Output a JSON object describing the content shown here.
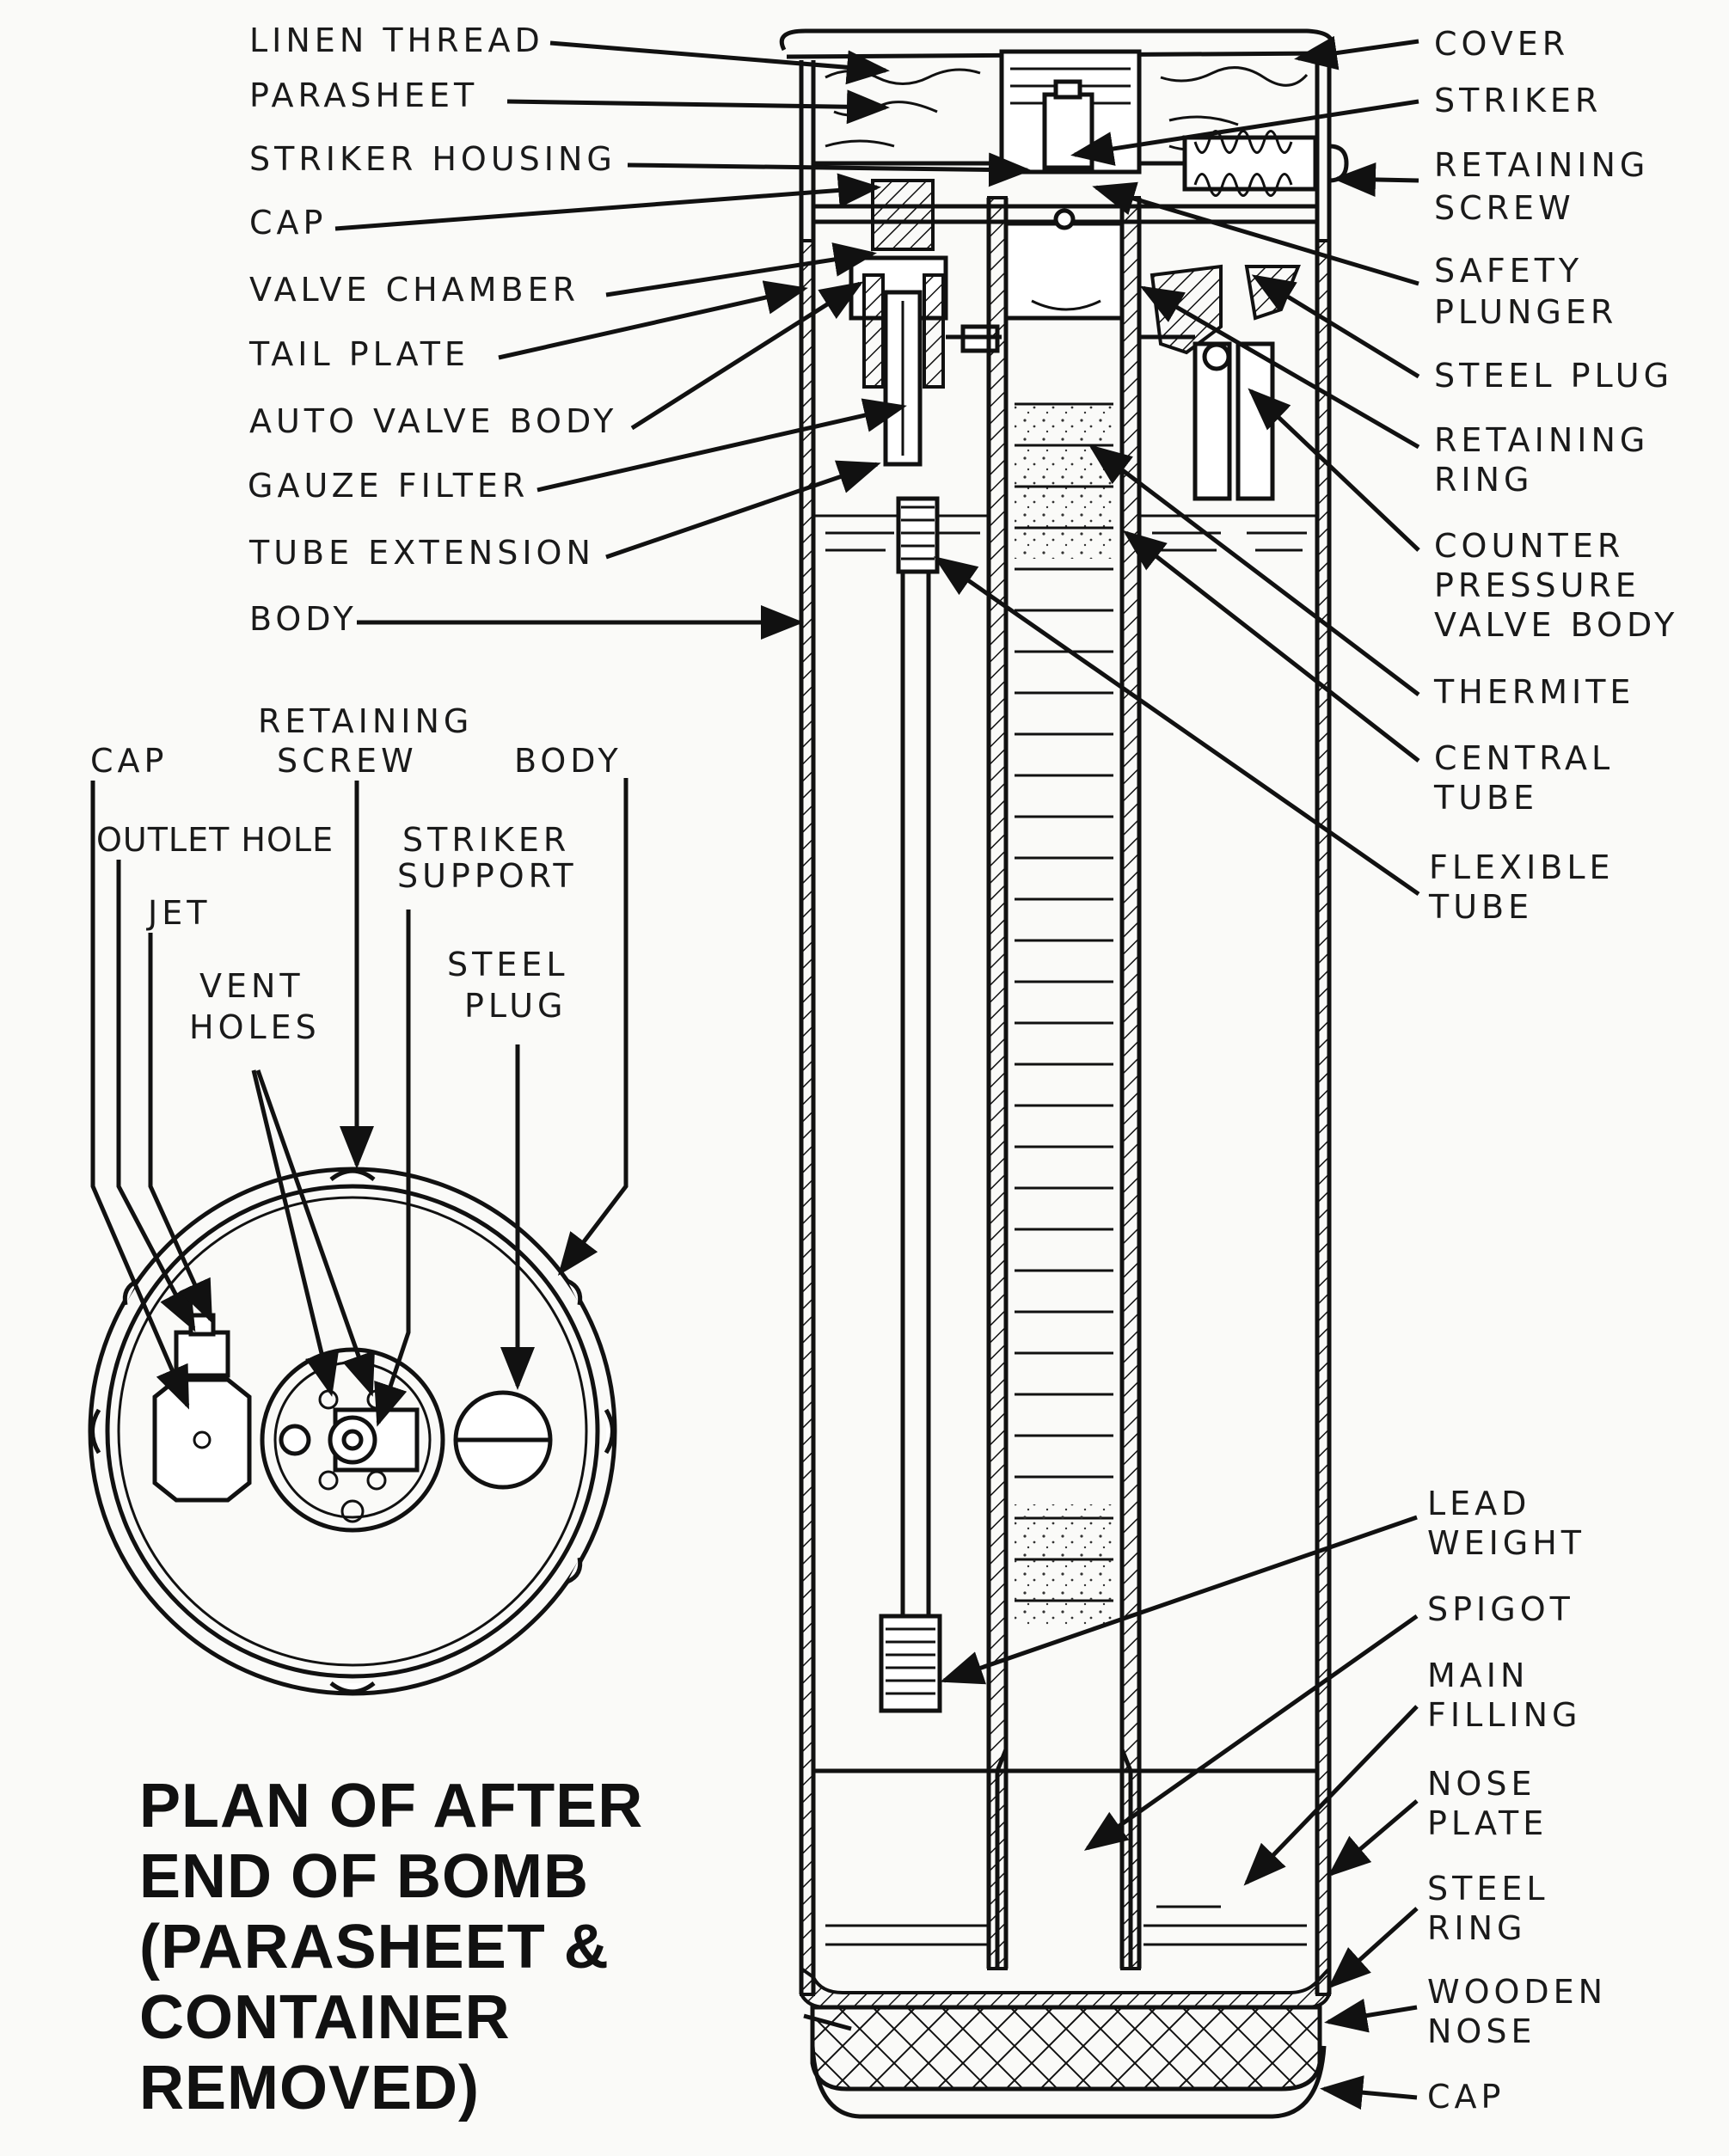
{
  "side_labels_left": [
    "LINEN THREAD",
    "PARASHEET",
    "STRIKER HOUSING",
    "CAP",
    "VALVE CHAMBER",
    "TAIL PLATE",
    "AUTO VALVE BODY",
    "GAUZE FILTER",
    "TUBE EXTENSION",
    "BODY"
  ],
  "side_labels_right": [
    [
      "COVER"
    ],
    [
      "STRIKER"
    ],
    [
      "RETAINING",
      "SCREW"
    ],
    [
      "SAFETY",
      "PLUNGER"
    ],
    [
      "STEEL PLUG"
    ],
    [
      "RETAINING",
      "RING"
    ],
    [
      "COUNTER",
      "PRESSURE",
      "VALVE BODY"
    ],
    [
      "THERMITE"
    ],
    [
      "CENTRAL",
      "TUBE"
    ],
    [
      "FLEXIBLE",
      "TUBE"
    ],
    [
      "LEAD",
      "WEIGHT"
    ],
    [
      "SPIGOT"
    ],
    [
      "MAIN",
      "FILLING"
    ],
    [
      "NOSE",
      "PLATE"
    ],
    [
      "STEEL",
      "RING"
    ],
    [
      "WOODEN",
      "NOSE"
    ],
    [
      "CAP"
    ]
  ],
  "plan_labels": [
    [
      "CAP"
    ],
    [
      "RETAINING",
      "SCREW"
    ],
    [
      "BODY"
    ],
    [
      "OUTLET HOLE"
    ],
    [
      "STRIKER",
      "SUPPORT"
    ],
    [
      "JET"
    ],
    [
      "VENT",
      "HOLES"
    ],
    [
      "STEEL",
      "PLUG"
    ]
  ],
  "plan_title": [
    "PLAN OF AFTER",
    "END OF BOMB",
    "(PARASHEET &",
    "CONTAINER",
    "REMOVED)"
  ]
}
